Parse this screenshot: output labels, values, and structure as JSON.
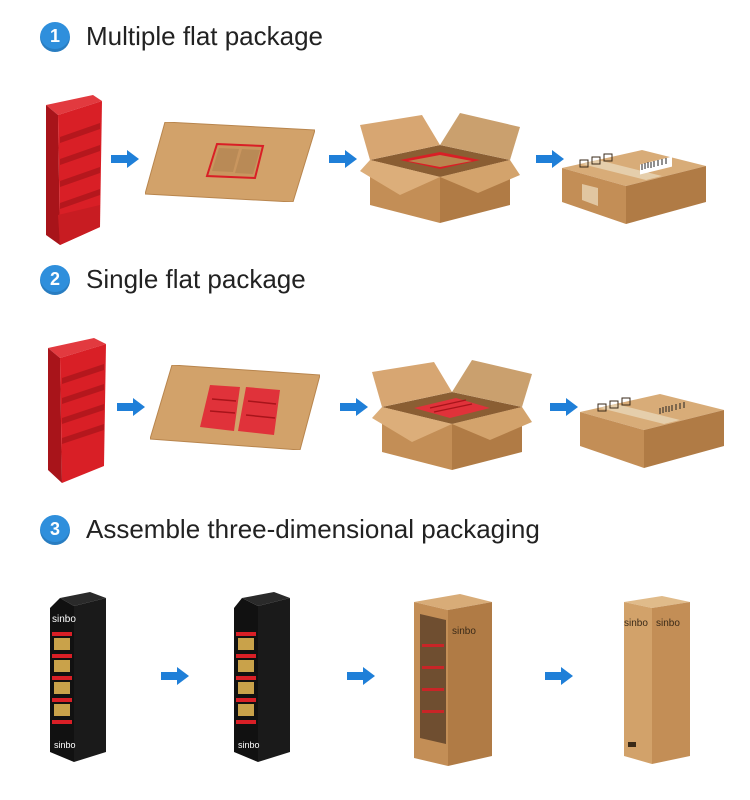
{
  "sections": [
    {
      "number": "1",
      "title": "Multiple flat package"
    },
    {
      "number": "2",
      "title": "Single flat package"
    },
    {
      "number": "3",
      "title": "Assemble three-dimensional packaging"
    }
  ],
  "brand": {
    "logo_text": "sinbo"
  },
  "colors": {
    "badge": "#2f8fdc",
    "arrow": "#1f7fd8",
    "kraft": "#c9965f",
    "display_red": "#d91f26",
    "display_black": "#1a1a1a"
  },
  "icons": {
    "arrow": "arrow-right-icon",
    "badge": "number-badge"
  }
}
